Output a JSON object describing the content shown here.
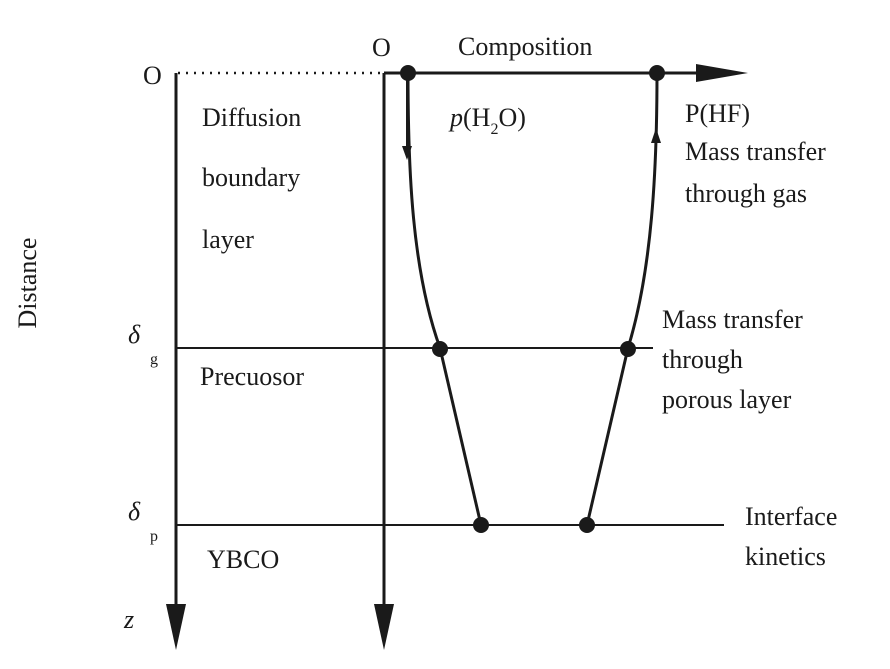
{
  "axes": {
    "distance_label": "Distance",
    "distance_axis_symbol": "z",
    "origin_left": "O",
    "origin_right": "O",
    "composition_label": "Composition"
  },
  "levels": {
    "delta_g": {
      "symbol": "δ",
      "subscript": "g"
    },
    "delta_p": {
      "symbol": "δ",
      "subscript": "p"
    }
  },
  "regions": {
    "diffusion": [
      "Diffusion",
      "boundary",
      "layer"
    ],
    "precursor": "Precuosor",
    "ybco": "YBCO"
  },
  "species": {
    "water": {
      "prefix": "p",
      "open": "(H",
      "sub": "2",
      "close": "O)"
    },
    "hf": "P(HF)"
  },
  "annotations": {
    "gas_transfer": [
      "Mass transfer",
      "through gas"
    ],
    "porous_transfer": [
      "Mass transfer",
      "through",
      "porous layer"
    ],
    "interface": [
      "Interface",
      "kinetics"
    ]
  }
}
